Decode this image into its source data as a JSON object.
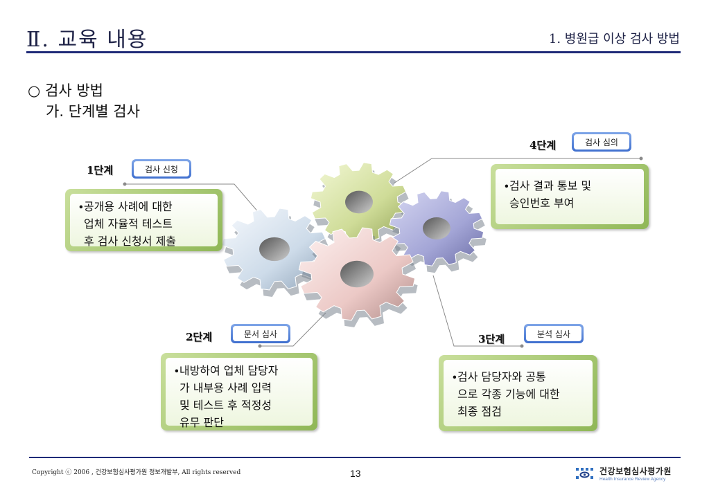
{
  "header": {
    "title": "Ⅱ. 교육 내용",
    "subtitle": "1. 병원급 이상 검사 방법"
  },
  "section": {
    "heading": "○ 검사 방법",
    "subheading": "가. 단계별 검사"
  },
  "stages": [
    {
      "label": "1단계",
      "tag": "검사 신청",
      "lines": [
        "∙공개용 사례에 대한",
        "업체 자율적 테스트",
        "후 검사 신청서 제출"
      ]
    },
    {
      "label": "2단계",
      "tag": "문서 심사",
      "lines": [
        "∙내방하여 업체 담당자",
        "가 내부용 사례 입력",
        "및 테스트 후 적정성",
        "유무 판단"
      ]
    },
    {
      "label": "3단계",
      "tag": "분석 심사",
      "lines": [
        "∙검사 담당자와 공통",
        "으로 각종 기능에 대한",
        "최종 점검"
      ]
    },
    {
      "label": "4단계",
      "tag": "검사 심의",
      "lines": [
        "∙검사 결과 통보 및",
        "승인번호 부여"
      ]
    }
  ],
  "gear_colors": {
    "stage1": "#d6e4f2",
    "stage2": "#f2d4d2",
    "stage3": "#a8aad8",
    "stage4": "#d4e0a0"
  },
  "footer": {
    "copyright": "Copyright ⓒ 2006 , 건강보험심사평가원 정보개발부,  All rights reserved",
    "page": "13",
    "logo_ko": "건강보험심사평가원",
    "logo_en": "Health Insurance Review Agency"
  }
}
